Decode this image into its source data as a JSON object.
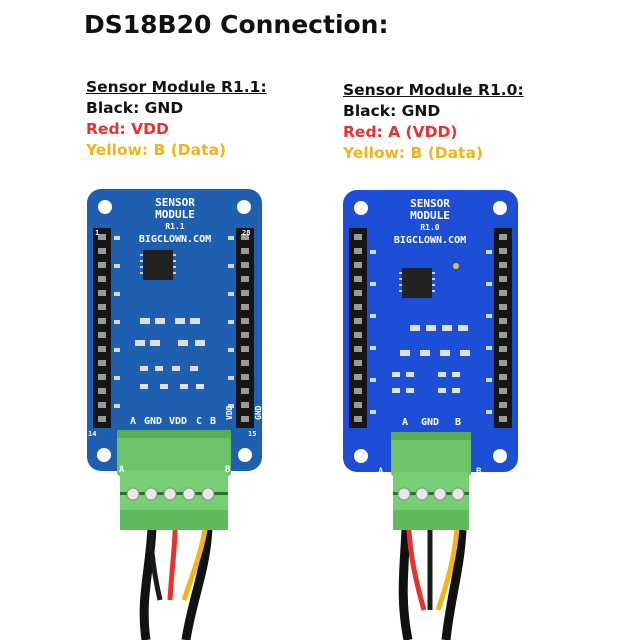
{
  "title": "DS18B20 Connection:",
  "modules": [
    {
      "heading": "Sensor Module R1.1:",
      "black": "Black: GND",
      "red": "Red: VDD",
      "yellow": "Yellow: B (Data)",
      "board_line1": "SENSOR",
      "board_line2": "MODULE",
      "board_rev": "R1.1",
      "board_brand": "BIGCLOWN.COM",
      "pin_1": "1",
      "pin_28": "28",
      "pin_14": "14",
      "pin_15": "15",
      "side_vdd": "VDD",
      "side_gnd": "GND",
      "terminal_labels": [
        "A",
        "GND",
        "VDD",
        "C",
        "B"
      ],
      "block_a": "A",
      "block_b": "B",
      "pcb_color": "#1f5fb0"
    },
    {
      "heading": "Sensor Module R1.0:",
      "black": "Black: GND",
      "red": "Red: A (VDD)",
      "yellow": "Yellow: B (Data)",
      "board_line1": "SENSOR",
      "board_line2": "MODULE",
      "board_rev": "R1.0",
      "board_brand": "BIGCLOWN.COM",
      "terminal_labels": [
        "A",
        "GND",
        "B"
      ],
      "block_a": "A",
      "block_b": "B",
      "pcb_color": "#1d4fd6"
    }
  ],
  "colors": {
    "black_wire": "#1a1a1a",
    "red_wire": "#e8302e",
    "yellow_wire": "#f2b416",
    "terminal_green": "#6cc46a"
  }
}
